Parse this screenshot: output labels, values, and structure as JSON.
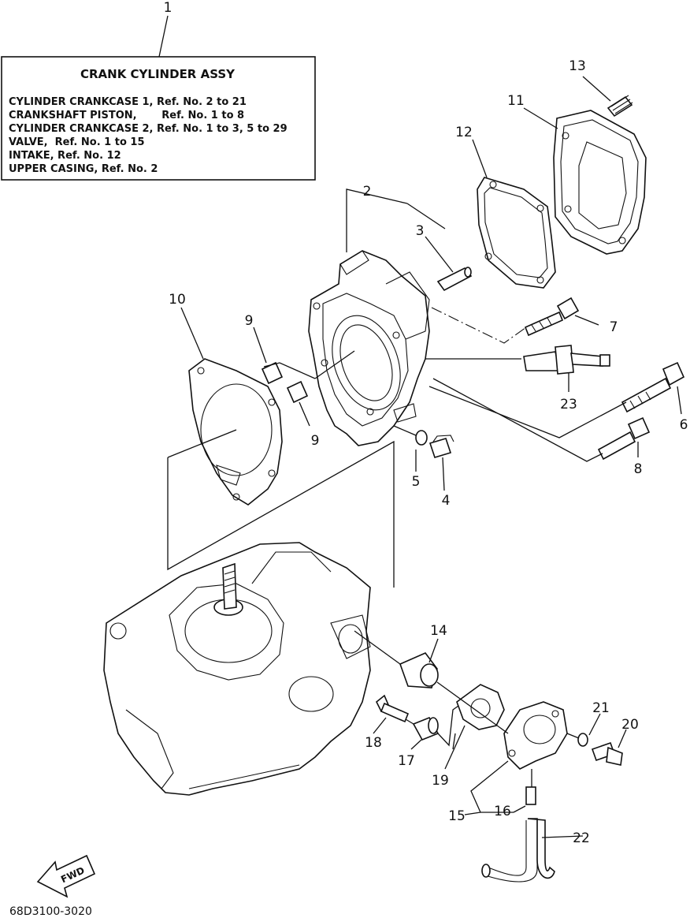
{
  "title_box": {
    "callout": "1",
    "title": "CRANK CYLINDER ASSY",
    "lines": [
      "CYLINDER CRANKCASE 1, Ref. No. 2 to 21",
      "CRANKSHAFT PISTON,       Ref. No. 1 to 8",
      "CYLINDER CRANKCASE 2, Ref. No. 1 to 3, 5 to 29",
      "VALVE,  Ref. No. 1 to 15",
      "INTAKE, Ref. No. 12",
      "UPPER CASING, Ref. No. 2"
    ]
  },
  "callouts": {
    "c2": "2",
    "c3": "3",
    "c4": "4",
    "c5": "5",
    "c6": "6",
    "c7": "7",
    "c8": "8",
    "c9a": "9",
    "c9b": "9",
    "c10": "10",
    "c11": "11",
    "c12": "12",
    "c13": "13",
    "c14": "14",
    "c15": "15",
    "c16": "16",
    "c17": "17",
    "c18": "18",
    "c19": "19",
    "c20": "20",
    "c21": "21",
    "c22": "22",
    "c23": "23"
  },
  "fwd_label": "FWD",
  "drawing_code": "68D3100-3020"
}
